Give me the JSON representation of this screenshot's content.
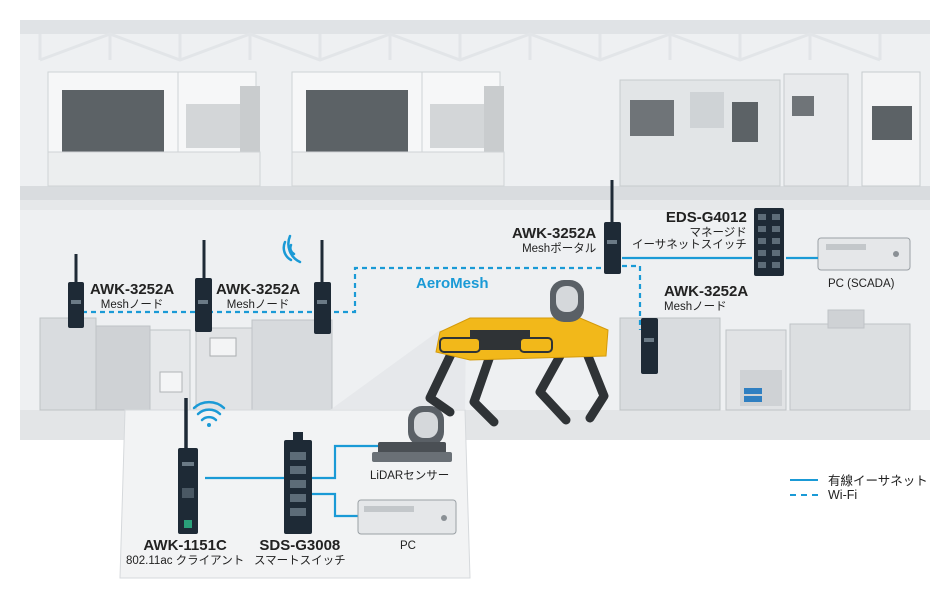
{
  "devices": {
    "awk_left_1": {
      "model": "AWK-3252A",
      "role": "Meshノード"
    },
    "awk_left_2": {
      "model": "AWK-3252A",
      "role": "Meshノード"
    },
    "awk_portal": {
      "model": "AWK-3252A",
      "role": "Meshポータル"
    },
    "eds": {
      "model": "EDS-G4012",
      "role_line1": "マネージド",
      "role_line2": "イーサネットスイッチ"
    },
    "awk_right": {
      "model": "AWK-3252A",
      "role": "Meshノード"
    },
    "awk_client": {
      "model": "AWK-1151C",
      "role": "802.11ac クライアント"
    },
    "sds": {
      "model": "SDS-G3008",
      "role": "スマートスイッチ"
    }
  },
  "mesh_label": "AeroMesh",
  "pc_scada": "PC (SCADA)",
  "lidar": "LiDARセンサー",
  "pc": "PC",
  "legend": {
    "wired": "有線イーサネット",
    "wifi": "Wi-Fi"
  },
  "colors": {
    "accent": "#1a9ad6",
    "robot": "#f2b81a",
    "device": "#1e2a36"
  }
}
